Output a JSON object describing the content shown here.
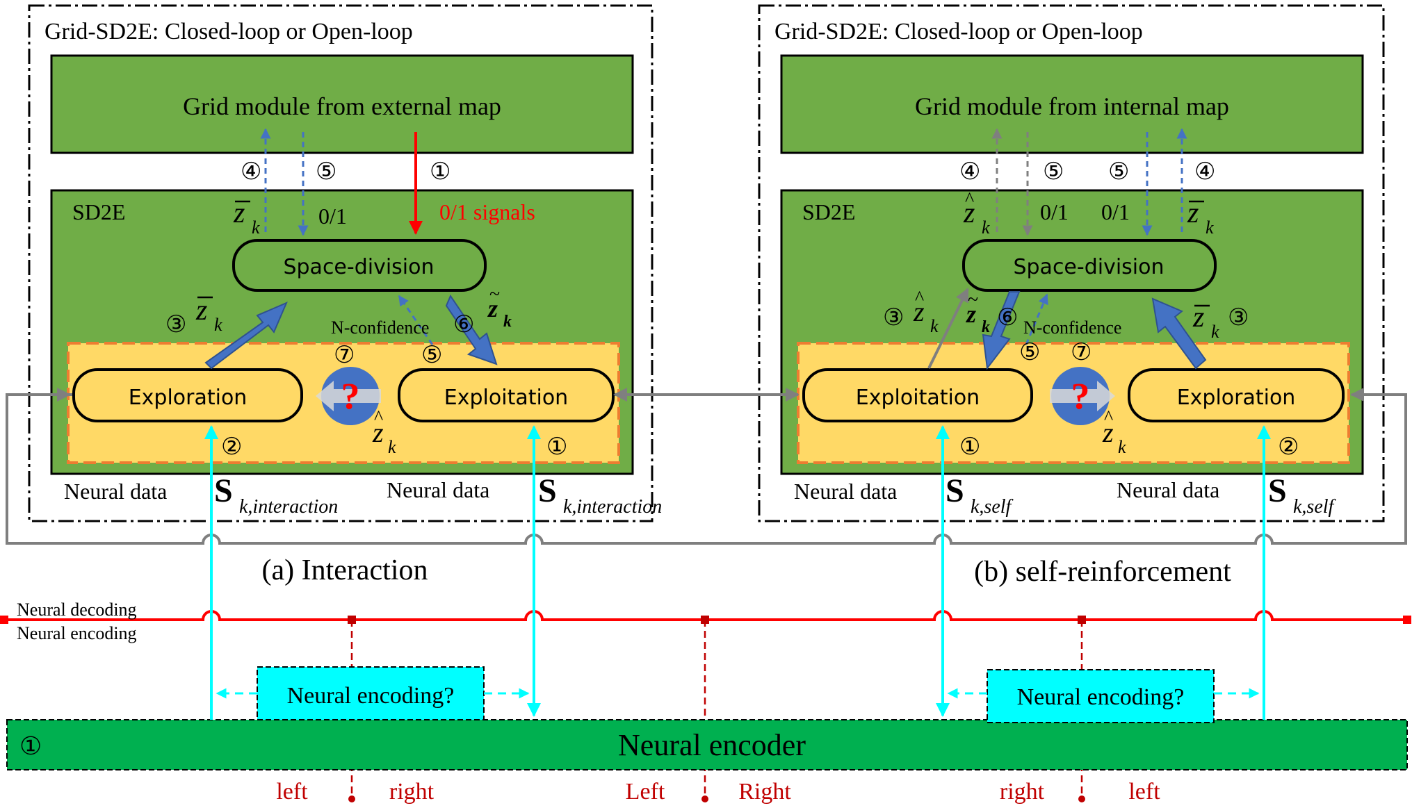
{
  "panel_a": {
    "outer_title": "Grid-SD2E: Closed-loop or Open-loop",
    "grid_module": "Grid module from external map",
    "sd2e_label": "SD2E",
    "space_division": "Space-division",
    "exploration": "Exploration",
    "exploitation": "Exploitation",
    "signals_label": "0/1 signals",
    "zero_one": "0/1",
    "n_confidence": "N-confidence",
    "neural_data_1": "Neural data",
    "neural_data_2": "Neural data",
    "s_main": "S",
    "s_sub": "k,interaction",
    "caption": "(a) Interaction",
    "z_sub": "k",
    "circ": {
      "c1": "①",
      "c2": "②",
      "c3": "③",
      "c4": "④",
      "c5": "⑤",
      "c6": "⑥",
      "c7": "⑦"
    },
    "question": "?"
  },
  "panel_b": {
    "outer_title": "Grid-SD2E: Closed-loop or Open-loop",
    "grid_module": "Grid module from internal map",
    "sd2e_label": "SD2E",
    "space_division": "Space-division",
    "exploitation": "Exploitation",
    "exploration": "Exploration",
    "zero_one_1": "0/1",
    "zero_one_2": "0/1",
    "n_confidence": "N-confidence",
    "neural_data_1": "Neural data",
    "neural_data_2": "Neural data",
    "s_main": "S",
    "s_sub": "k,self",
    "caption": "(b) self-reinforcement",
    "z_sub": "k",
    "circ": {
      "c1": "①",
      "c2": "②",
      "c3": "③",
      "c4": "④",
      "c5": "⑤",
      "c6": "⑥",
      "c7": "⑦"
    },
    "question": "?"
  },
  "bus": {
    "decoding": "Neural decoding",
    "encoding": "Neural encoding"
  },
  "encoder": {
    "label": "Neural encoder",
    "marker": "①",
    "query_1": "Neural encoding?",
    "query_2": "Neural encoding?"
  },
  "directions": {
    "left_1": "left",
    "right_1": "right",
    "left_cap": "Left",
    "right_cap": "Right",
    "right_2": "right",
    "left_2": "left"
  },
  "colors": {
    "grid_green": "#70ad47",
    "sd2e_green": "#70ad47",
    "encoder_green": "#00b050",
    "yellow": "#ffd966",
    "cyan": "#00ffff",
    "red": "#ff0000",
    "blue_arrow": "#4472c4",
    "gray": "#7f7f7f",
    "orange_dash": "#ed7d31"
  }
}
